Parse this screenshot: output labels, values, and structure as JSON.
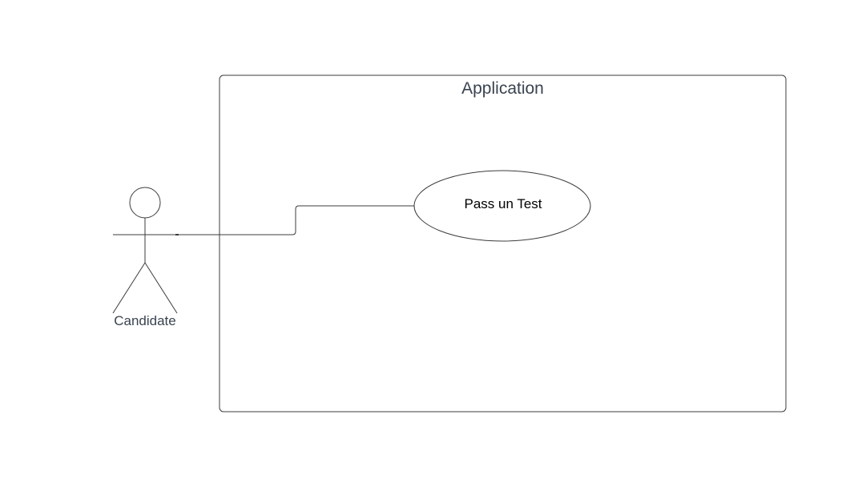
{
  "diagram": {
    "type": "use-case",
    "system": {
      "title": "Application"
    },
    "actors": [
      {
        "label": "Candidate"
      }
    ],
    "use_cases": [
      {
        "label": "Pass un Test"
      }
    ],
    "associations": [
      {
        "from": "Candidate",
        "to": "Pass un Test"
      }
    ]
  },
  "colors": {
    "stroke": "#3c3c3c",
    "text": "#3a4350",
    "background": "#ffffff"
  }
}
